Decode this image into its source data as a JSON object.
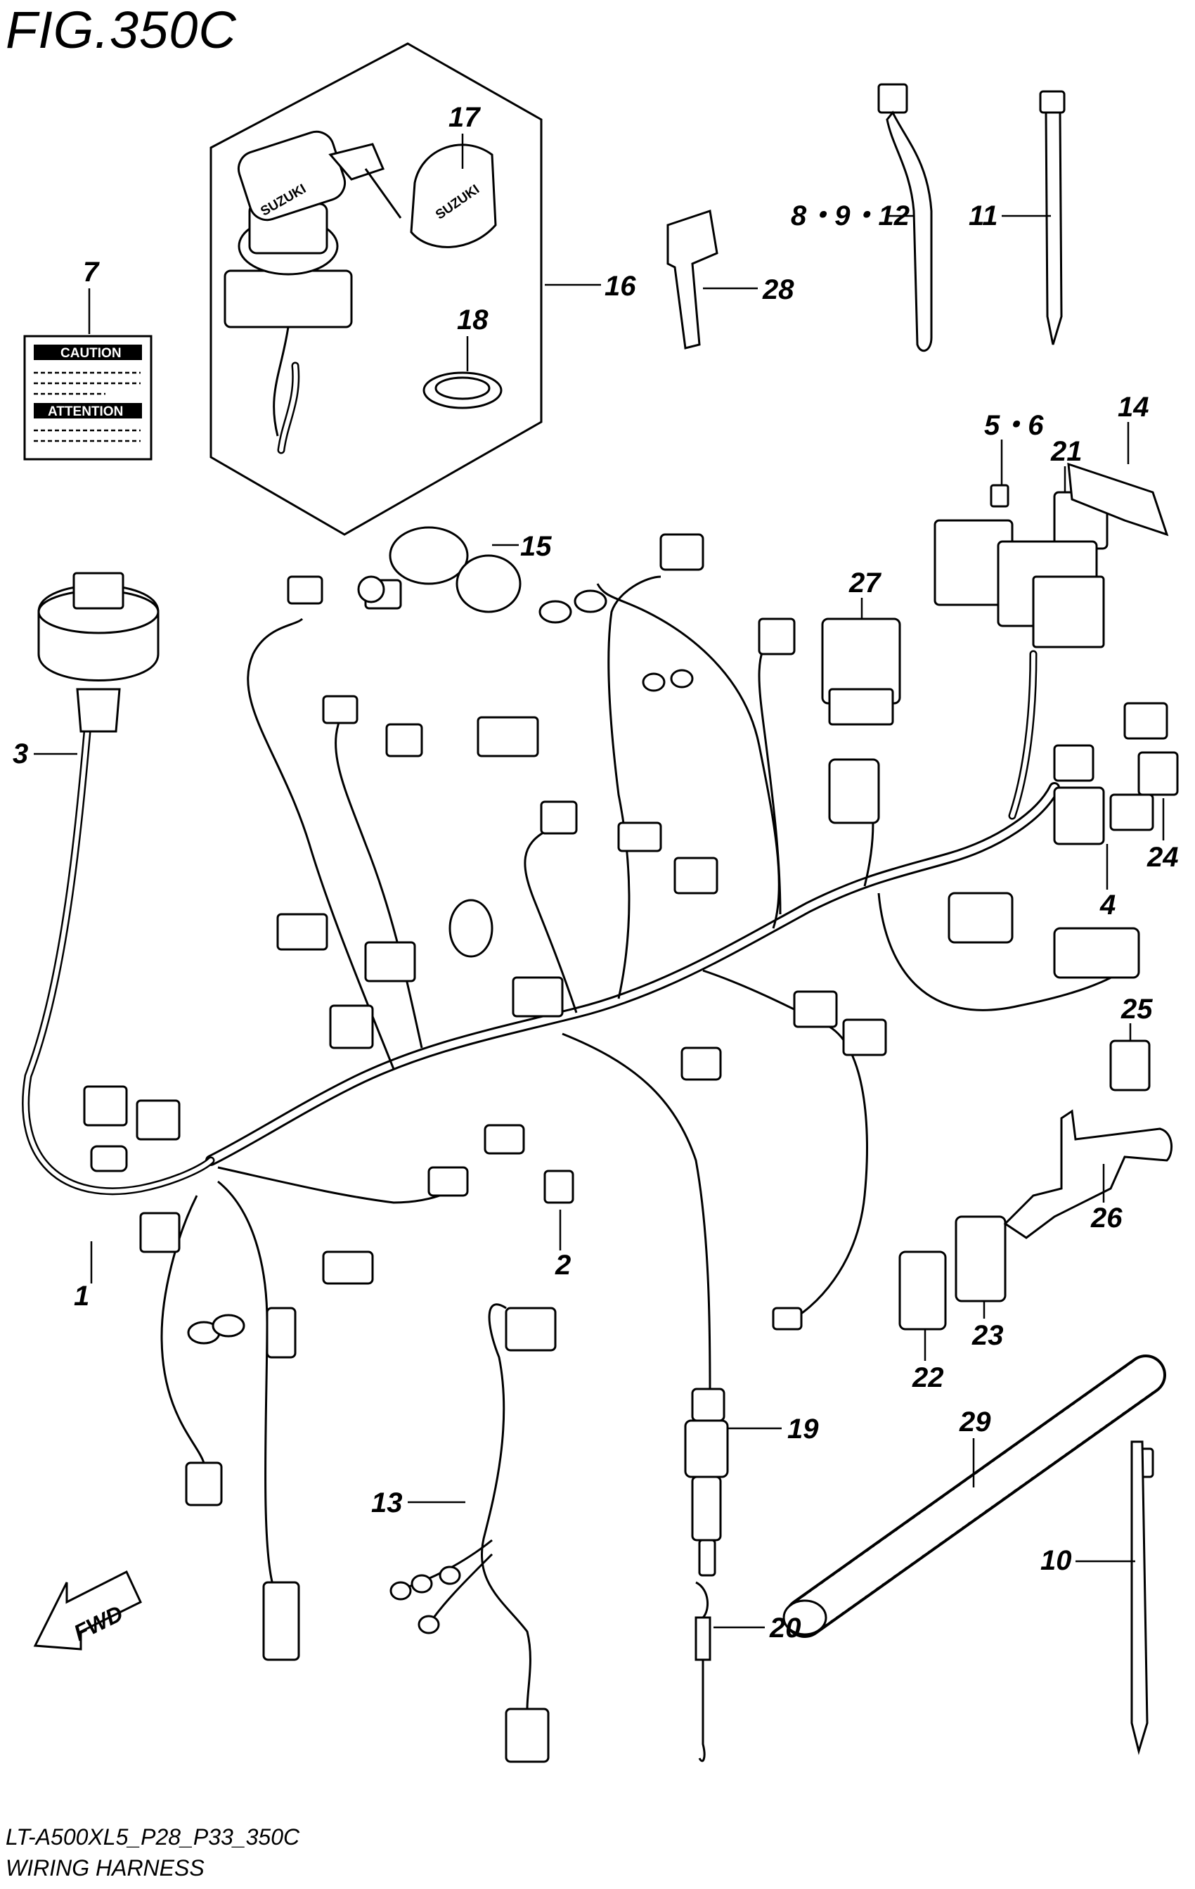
{
  "figure": {
    "title": "FIG.350C",
    "model_code": "LT-A500XL5_P28_P33_350C",
    "name": "WIRING HARNESS"
  },
  "labels": {
    "caution": "CAUTION",
    "attention": "ATTENTION",
    "key_brand": "SUZUKI",
    "fwd": "FWD"
  },
  "callouts": {
    "c1": "1",
    "c2": "2",
    "c3": "3",
    "c4": "4",
    "c5_6": "5・6",
    "c7": "7",
    "c8_9_12": "8・9・12",
    "c10": "10",
    "c11": "11",
    "c13": "13",
    "c14": "14",
    "c15": "15",
    "c16": "16",
    "c17": "17",
    "c18": "18",
    "c19": "19",
    "c20": "20",
    "c21": "21",
    "c22": "22",
    "c23": "23",
    "c24": "24",
    "c25": "25",
    "c26": "26",
    "c27": "27",
    "c28": "28",
    "c29": "29"
  }
}
